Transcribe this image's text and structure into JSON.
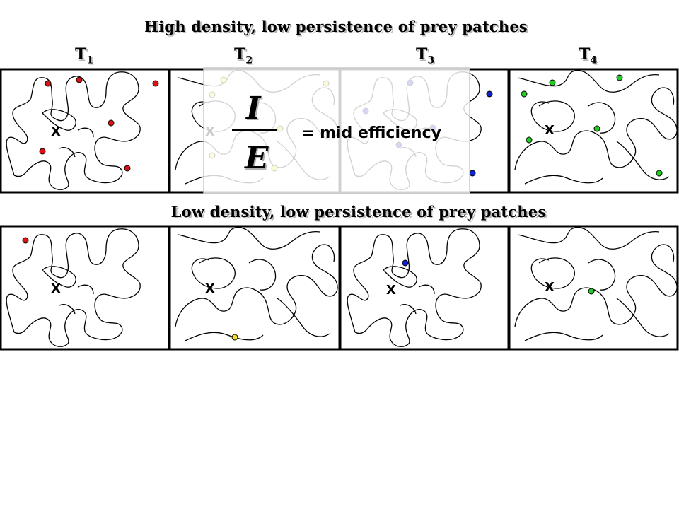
{
  "titles": {
    "top": "High density, low persistence of prey patches",
    "bottom": "Low density, low persistence of prey patches"
  },
  "time_labels": [
    {
      "main": "T",
      "sub": "1"
    },
    {
      "main": "T",
      "sub": "2"
    },
    {
      "main": "T",
      "sub": "3"
    },
    {
      "main": "T",
      "sub": "4"
    }
  ],
  "overlay": {
    "numerator": "I",
    "denominator": "E",
    "equation": "= mid efficiency"
  },
  "marker": "X",
  "colors": {
    "red": "#dd1111",
    "yellow": "#f0e020",
    "blue": "#1122cc",
    "green": "#22cc22",
    "frame": "#000000",
    "overlay_fill": "#ffffff"
  },
  "prey": {
    "top_row": [
      {
        "panel": 1,
        "color": "red",
        "count": 6
      },
      {
        "panel": 2,
        "color": "yellow",
        "count": 6
      },
      {
        "panel": 3,
        "color": "blue",
        "count": 6
      },
      {
        "panel": 4,
        "color": "green",
        "count": 6
      }
    ],
    "bottom_row": [
      {
        "panel": 1,
        "color": "red",
        "count": 1
      },
      {
        "panel": 2,
        "color": "yellow",
        "count": 1
      },
      {
        "panel": 3,
        "color": "blue",
        "count": 1
      },
      {
        "panel": 4,
        "color": "green",
        "count": 1
      }
    ]
  }
}
